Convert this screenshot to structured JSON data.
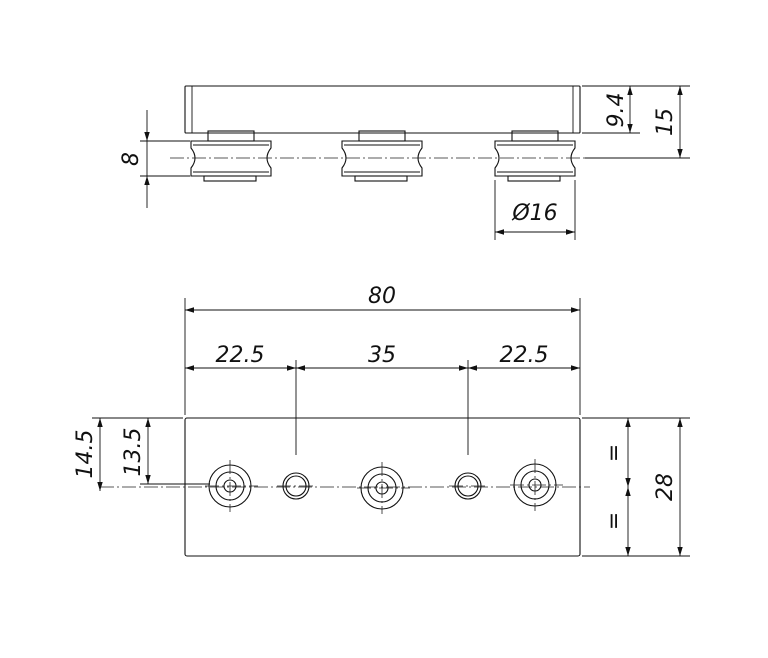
{
  "views": {
    "side": {
      "dimensions": {
        "roller_pitch": "8",
        "plate_thickness": "9.4",
        "overall_height": "15",
        "roller_diameter": "Ø16"
      }
    },
    "top": {
      "dimensions": {
        "overall_length": "80",
        "left_spacing": "22.5",
        "middle_spacing": "35",
        "right_spacing": "22.5",
        "left_offset_outer": "14.5",
        "left_offset_inner": "13.5",
        "equal_top": "=",
        "equal_bottom": "=",
        "overall_width": "28"
      }
    }
  },
  "colors": {
    "line": "#111111",
    "background": "#ffffff"
  }
}
